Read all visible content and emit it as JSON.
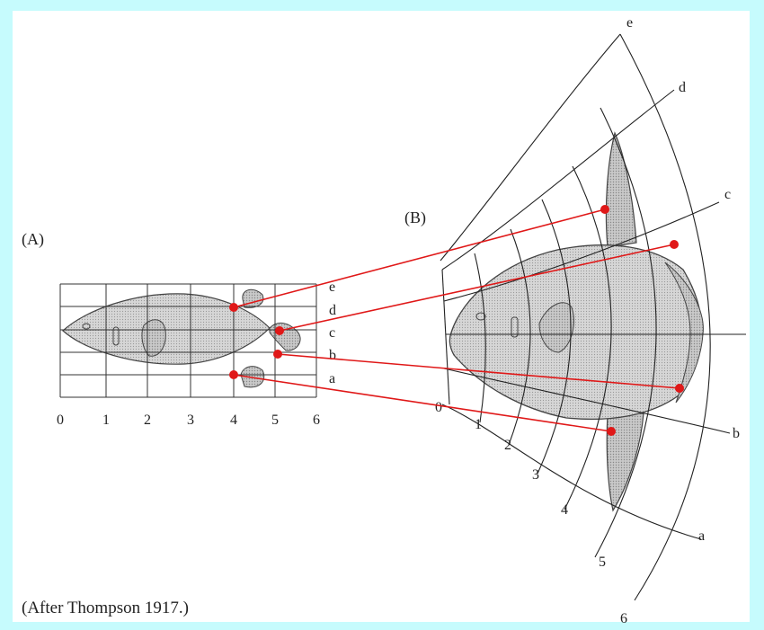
{
  "panel_a": {
    "label": "(A)",
    "x_ticks": [
      "0",
      "1",
      "2",
      "3",
      "4",
      "5",
      "6"
    ],
    "row_labels": [
      "a",
      "b",
      "c",
      "d",
      "e"
    ]
  },
  "panel_b": {
    "label": "(B)",
    "radial_ticks": [
      "0",
      "1",
      "2",
      "3",
      "4",
      "5",
      "6"
    ],
    "arc_labels": [
      "a",
      "b",
      "c",
      "d",
      "e"
    ]
  },
  "caption": "(After Thompson 1917.)",
  "colors": {
    "connector": "#e01818",
    "fish_fill": "#d8d8d8",
    "fin_fill": "#b8b8b8",
    "grid": "#333333",
    "frame": "#c6fbfd"
  }
}
